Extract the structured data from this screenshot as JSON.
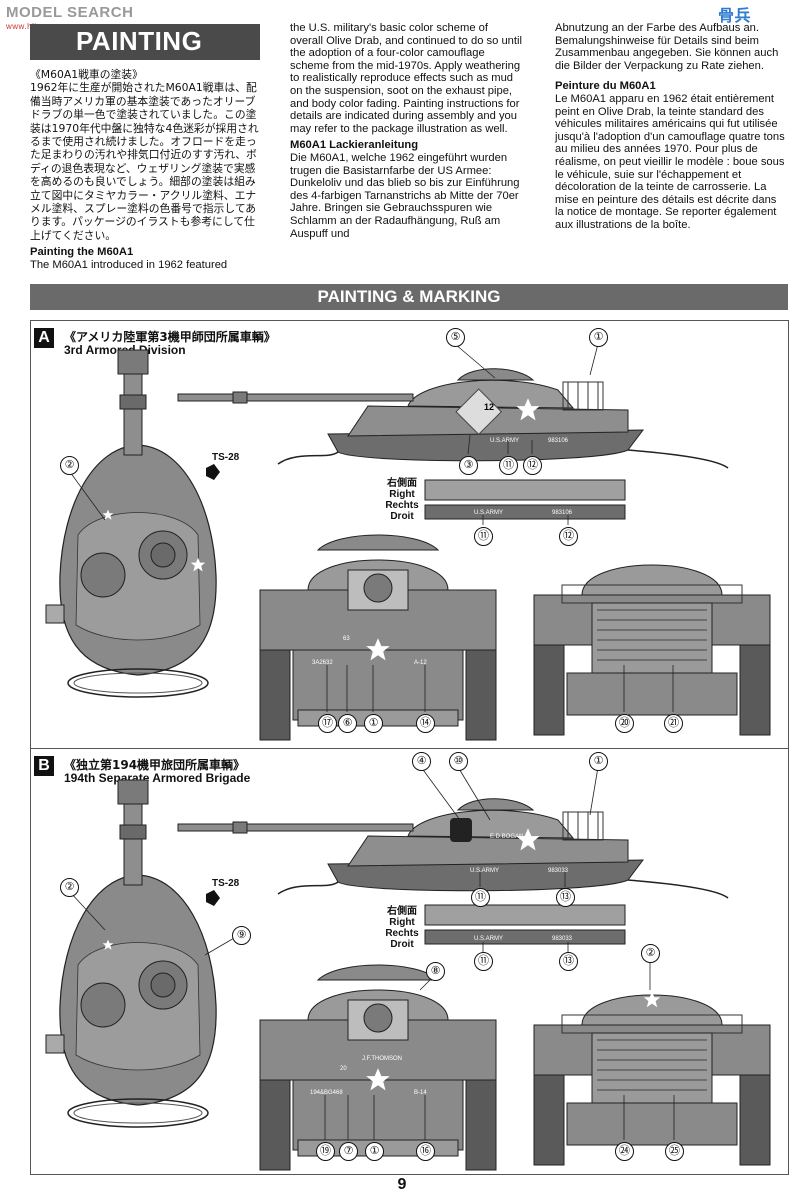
{
  "watermark": {
    "brand": "MODEL SEARCH",
    "url": "www.hlj.com",
    "logo": "骨兵"
  },
  "header": {
    "title": "PAINTING"
  },
  "jp_col": {
    "heading": "《M60A1戦車の塗装》",
    "body": "1962年に生産が開始されたM60A1戦車は、配備当時アメリカ軍の基本塗装であったオリーブドラブの単一色で塗装されていました。この塗装は1970年代中盤に独特な4色迷彩が採用されるまで使用され続けました。オフロードを走った足まわりの汚れや排気口付近のすす汚れ、ボディの退色表現など、ウェザリング塗装で実感を高めるのも良いでしょう。細部の塗装は組み立て図中にタミヤカラー・アクリル塗料、エナメル塗料、スプレー塗料の色番号で指示してあります。パッケージのイラストも参考にして仕上げてください。"
  },
  "en_col": {
    "heading": "Painting the M60A1",
    "body_a": "The M60A1 introduced in 1962 featured",
    "body_b": "the U.S. military's basic color scheme of overall Olive Drab, and continued to do so until the adoption of a four-color camouflage scheme from the mid-1970s. Apply weathering to realistically reproduce effects such as mud on the suspension, soot on the exhaust pipe, and body color fading. Painting instructions for details are indicated during assembly and you may refer to the package illustration as well."
  },
  "de_col": {
    "heading": "M60A1 Lackieranleitung",
    "body_a": "Die M60A1, welche 1962 eingeführt wurden trugen die Basistarnfarbe der US Armee: Dunkeloliv und das blieb so bis zur Einführung des 4-farbigen Tarnanstrichs ab Mitte der 70er Jahre. Bringen sie Gebrauchsspuren wie Schlamm an der Radaufhängung, Ruß am Auspuff und",
    "body_b": "Abnutzung an der Farbe des Aufbaus an. Bemalungshinweise für Details sind beim Zusammenbau angegeben. Sie können auch die Bilder der Verpackung zu Rate ziehen."
  },
  "fr_col": {
    "heading": "Peinture du M60A1",
    "body": "Le M60A1 apparu en 1962 était entièrement peint en Olive Drab, la teinte standard des véhicules militaires américains qui fut utilisée jusqu'à l'adoption d'un camouflage quatre tons au milieu des années 1970. Pour plus de réalisme, on peut vieillir le modèle : boue sous le véhicule, suie sur l'échappement et décoloration de la teinte de carrosserie. La mise en peinture des détails est décrite dans la notice de montage. Se reporter également aux illustrations de la boîte."
  },
  "band": {
    "title": "PAINTING & MARKING"
  },
  "section_a": {
    "letter": "A",
    "jp": "《アメリカ陸軍第3機甲師団所属車輌》",
    "en": "3rd Armored Division",
    "ts_label": "TS-28",
    "side_label": [
      "右側面",
      "Right",
      "Rechts",
      "Droit"
    ],
    "callouts": {
      "c5": "⑤",
      "c1": "①",
      "c3": "③",
      "c11": "⑪",
      "c12": "⑫",
      "c2": "②",
      "c11b": "⑪",
      "c12b": "⑫",
      "c17": "⑰",
      "c6": "⑥",
      "c1b": "①",
      "c14": "⑭",
      "c20": "⑳",
      "c21": "㉑"
    },
    "markings": {
      "usarmy": "U.S.ARMY",
      "serial": "983106",
      "num": "12",
      "bumper_l": "3A2632",
      "bumper_r": "A-12",
      "hull_no": "63"
    }
  },
  "section_b": {
    "letter": "B",
    "jp": "《独立第194機甲旅団所属車輌》",
    "en": "194th Separate Armored Brigade",
    "ts_label": "TS-28",
    "side_label": [
      "右側面",
      "Right",
      "Rechts",
      "Droit"
    ],
    "callouts": {
      "c4": "④",
      "c10": "⑩",
      "c1": "①",
      "c11": "⑪",
      "c13": "⑬",
      "c2": "②",
      "c9": "⑨",
      "c11b": "⑪",
      "c13b": "⑬",
      "c8": "⑧",
      "c2b": "②",
      "c19": "⑲",
      "c7": "⑦",
      "c1b": "①",
      "c16": "⑯",
      "c24": "㉔",
      "c25": "㉕"
    },
    "markings": {
      "name": "E.D.BOGAN",
      "usarmy": "U.S.ARMY",
      "serial": "983033",
      "bumper_l": "194&BG468",
      "bumper_r": "B-14",
      "hull_no": "20",
      "front_name": "J.F.THOMSON"
    }
  },
  "page_number": "9",
  "colors": {
    "band": "#6a6a6a",
    "title_box": "#4a4a4a",
    "tank_dark": "#7e7e7e",
    "tank_mid": "#a9a9a9",
    "tank_light": "#cfcfcf"
  }
}
